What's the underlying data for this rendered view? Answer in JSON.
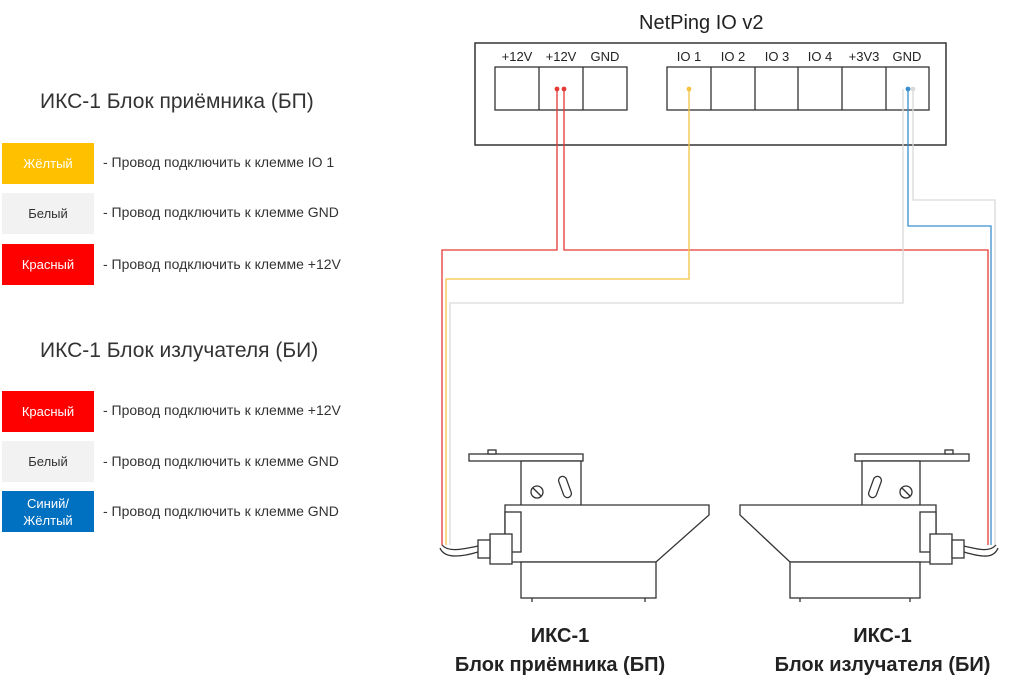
{
  "device": {
    "title": "NetPing IO v2",
    "left_terminals": [
      "+12V",
      "+12V",
      "GND"
    ],
    "right_terminals": [
      "IO 1",
      "IO 2",
      "IO 3",
      "IO 4",
      "+3V3",
      "GND"
    ]
  },
  "receiver": {
    "title": "ИКС-1 Блок приёмника (БП)",
    "wires": [
      {
        "color_name": "Жёлтый",
        "color": "#FFC000",
        "text": "- Провод подключить к клемме IO 1"
      },
      {
        "color_name": "Белый",
        "color": "#F2F2F2",
        "text": "- Провод подключить к клемме GND"
      },
      {
        "color_name": "Красный",
        "color": "#FF0000",
        "text": "- Провод подключить к клемме +12V"
      }
    ]
  },
  "emitter": {
    "title": "ИКС-1 Блок излучателя (БИ)",
    "wires": [
      {
        "color_name": "Красный",
        "color": "#FF0000",
        "text": "- Провод подключить к клемме +12V"
      },
      {
        "color_name": "Белый",
        "color": "#F2F2F2",
        "text": "- Провод подключить к клемме GND"
      },
      {
        "color_name_line1": "Синий/",
        "color_name_line2": "Жёлтый",
        "color": "#0070C0",
        "text": "- Провод подключить к клемме GND"
      }
    ]
  },
  "captions": {
    "receiver": {
      "line1": "ИКС-1",
      "line2": "Блок приёмника (БП)"
    },
    "emitter": {
      "line1": "ИКС-1",
      "line2": "Блок излучателя (БИ)"
    }
  },
  "wire_colors": {
    "red": "#E53935",
    "yellow": "#F5C242",
    "white": "#D9D9D9",
    "blue": "#3A8FD0"
  }
}
